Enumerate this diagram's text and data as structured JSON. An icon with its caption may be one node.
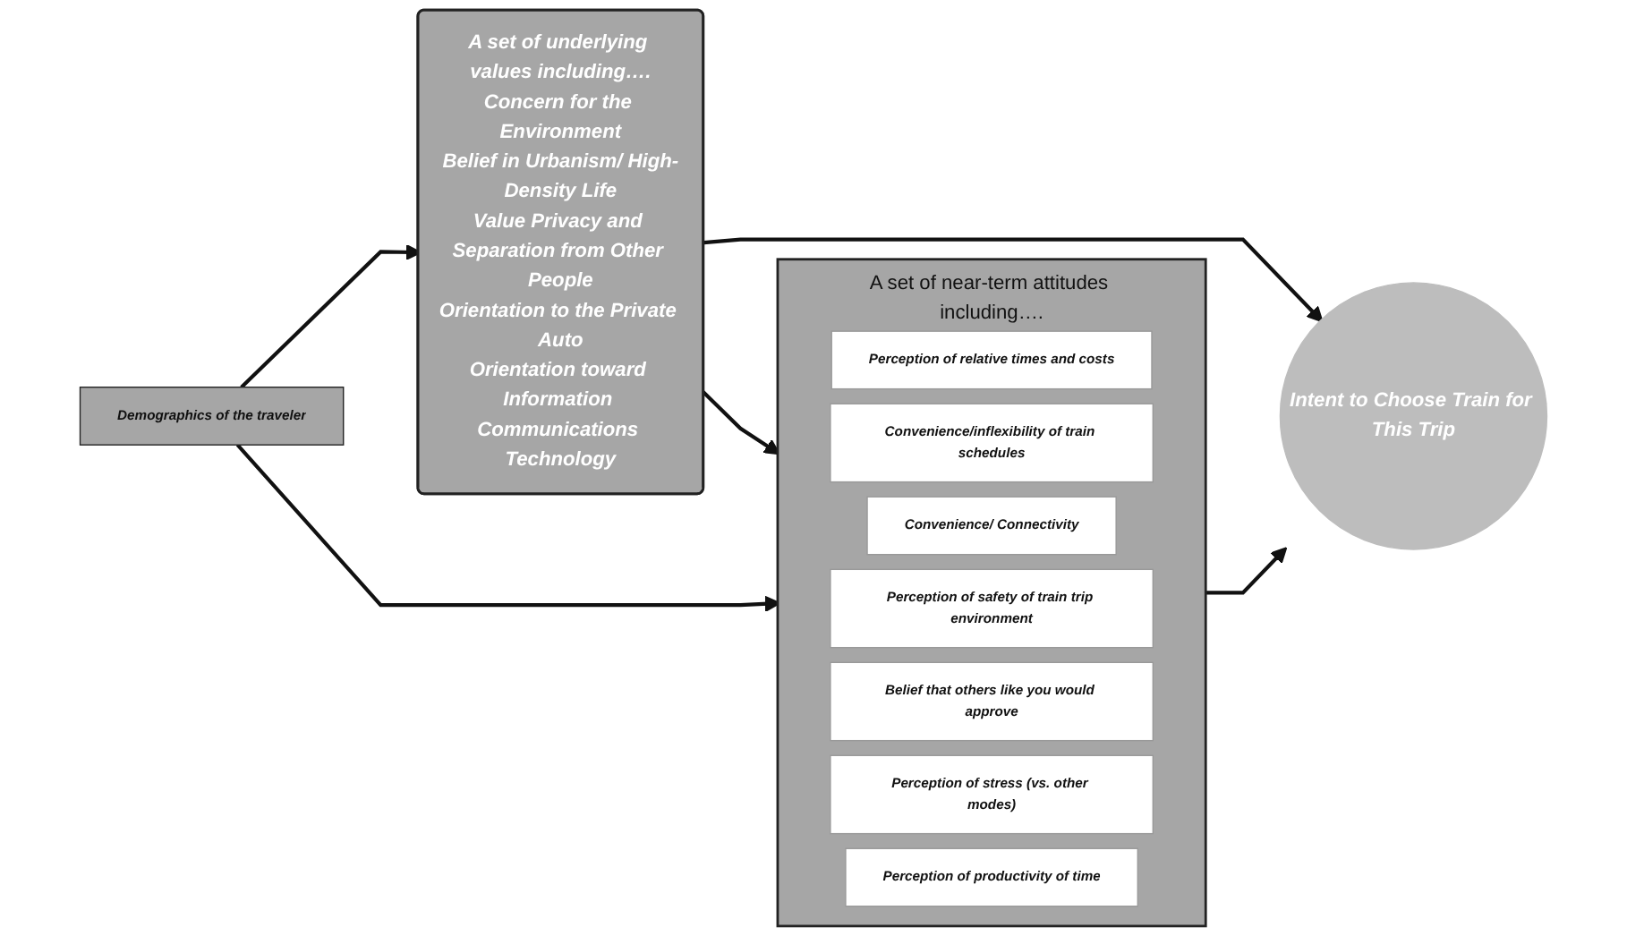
{
  "diagram": {
    "nodes": [
      {
        "text": [
          "Demographics of the traveler"
        ]
      },
      {
        "text": [
          "A set of underlying values including….",
          "Concern for the Environment",
          "Belief in Urbanism/ High-Density Life",
          "Value Privacy and Separation from Other People",
          "Orientation to the Private Auto",
          "Orientation toward Information Communications Technology"
        ]
      },
      {
        "text": [
          "A set of near-term attitudes including…."
        ]
      },
      {
        "text": [
          "Perception of relative times and costs"
        ],
        "in": 2
      },
      {
        "text": [
          "Convenience/inflexibility of train schedules"
        ],
        "in": 2
      },
      {
        "text": [
          "Convenience/ Connectivity"
        ],
        "in": 2
      },
      {
        "text": [
          "Perception of safety of train trip environment"
        ],
        "in": 2
      },
      {
        "text": [
          "Belief that others like you would approve"
        ],
        "in": 2
      },
      {
        "text": [
          "Perception of stress (vs. other modes)"
        ],
        "in": 2
      },
      {
        "text": [
          "Perception of productivity of time"
        ],
        "in": 2
      },
      {
        "text": [
          "Intent to Choose Train for This Trip"
        ]
      }
    ],
    "edges": [
      {
        "from": 0,
        "to": 1,
        "arrow": "to"
      },
      {
        "from": 0,
        "to": 2,
        "arrow": "to"
      },
      {
        "from": 1,
        "to": 2,
        "arrow": "to"
      },
      {
        "from": 2,
        "to": 10,
        "arrow": "to"
      },
      {
        "from": 1,
        "to": 10,
        "arrow": "to"
      }
    ]
  }
}
